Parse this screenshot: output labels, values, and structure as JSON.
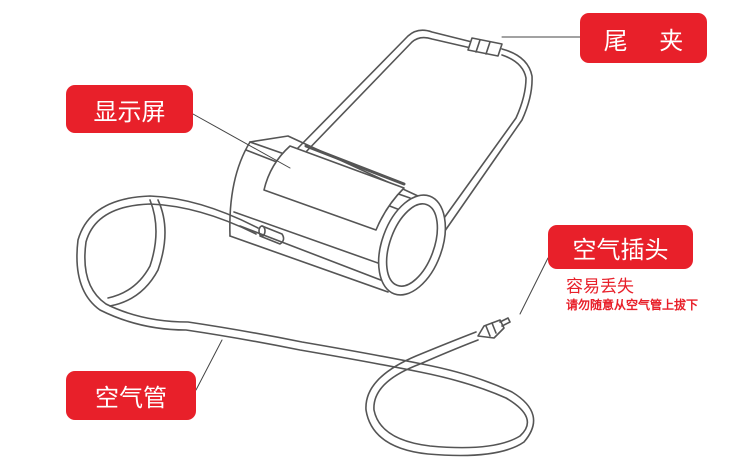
{
  "labels": {
    "tail_clip": "尾 夹",
    "display_screen": "显示屏",
    "air_plug": "空气插头",
    "air_hose": "空气管"
  },
  "notes": {
    "plug_warning": "容易丢失",
    "plug_instruction": "请勿随意从空气管上拔下"
  },
  "colors": {
    "accent": "#e8202a",
    "line": "#555555"
  }
}
